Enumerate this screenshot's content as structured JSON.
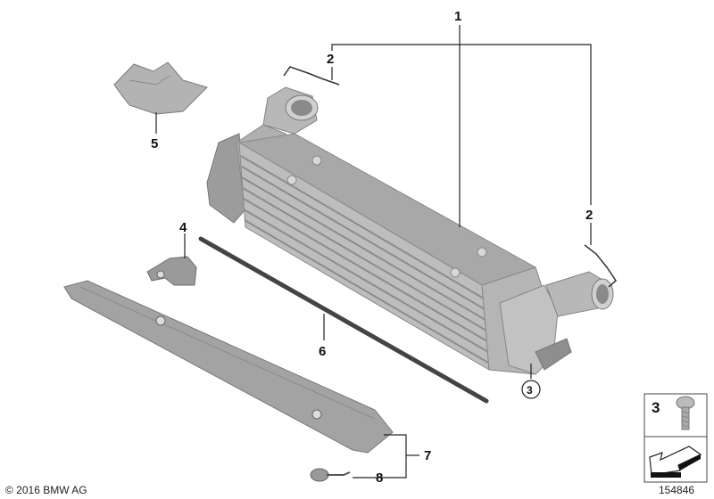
{
  "callouts": {
    "intercooler": "1",
    "hose_clip_upper": "2",
    "hose_clip_lower": "2",
    "screw_ref": "3",
    "bracket": "4",
    "cover": "5",
    "seal_strip": "6",
    "air_guide": "7",
    "clip": "8"
  },
  "legend_box": {
    "part_number": "3",
    "screw_icon": "screw-icon",
    "arrow_icon": "arrow-icon"
  },
  "footer": {
    "copyright": "© 2016 BMW AG",
    "diagram_id": "154846"
  },
  "colors": {
    "part_gray": "#a9a9a9",
    "part_dark": "#6e6e6e",
    "seal": "#444444"
  }
}
